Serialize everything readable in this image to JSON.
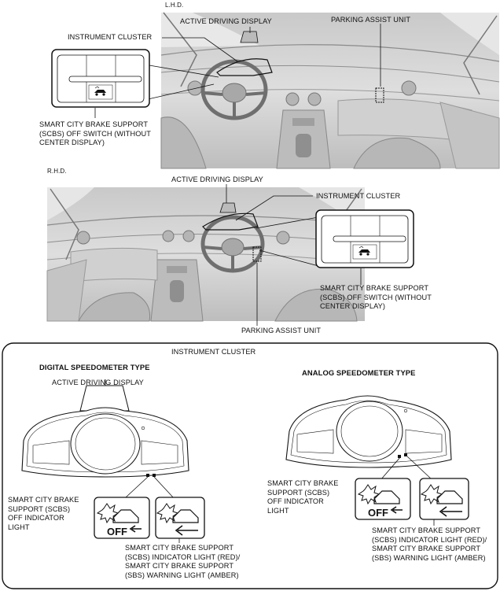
{
  "lhd": {
    "tag": "L.H.D.",
    "active_driving_display": "ACTIVE DRIVING DISPLAY",
    "parking_assist_unit": "PARKING ASSIST UNIT",
    "instrument_cluster": "INSTRUMENT CLUSTER",
    "scbs_off_switch": "SMART CITY BRAKE SUPPORT\n(SCBS) OFF SWITCH (WITHOUT\nCENTER DISPLAY)"
  },
  "rhd": {
    "tag": "R.H.D.",
    "active_driving_display": "ACTIVE DRIVING DISPLAY",
    "instrument_cluster": "INSTRUMENT CLUSTER",
    "scbs_off_switch": "SMART CITY BRAKE SUPPORT\n(SCBS) OFF SWITCH (WITHOUT\nCENTER DISPLAY)",
    "parking_assist_unit": "PARKING ASSIST UNIT"
  },
  "cluster_box": {
    "title": "INSTRUMENT CLUSTER",
    "digital": {
      "heading": "DIGITAL SPEEDOMETER TYPE",
      "active_driving_display": "ACTIVE DRIVING DISPLAY",
      "off_indicator": "SMART CITY BRAKE\nSUPPORT (SCBS)\nOFF INDICATOR\nLIGHT",
      "indicator_warning": "SMART CITY BRAKE SUPPORT\n(SCBS) INDICATOR LIGHT (RED)/\nSMART CITY BRAKE SUPPORT\n(SBS) WARNING LIGHT (AMBER)",
      "off_icon_text": "OFF"
    },
    "analog": {
      "heading": "ANALOG SPEEDOMETER TYPE",
      "off_indicator": "SMART CITY BRAKE\nSUPPORT (SCBS)\nOFF INDICATOR\nLIGHT",
      "indicator_warning": "SMART CITY BRAKE SUPPORT\n(SCBS) INDICATOR LIGHT (RED)/\nSMART CITY BRAKE SUPPORT\n(SBS) WARNING LIGHT (AMBER)",
      "off_icon_text": "OFF"
    }
  },
  "colors": {
    "line": "#111111",
    "interior_shade": "#d4d4d4",
    "interior_dark": "#9a9a9a"
  }
}
